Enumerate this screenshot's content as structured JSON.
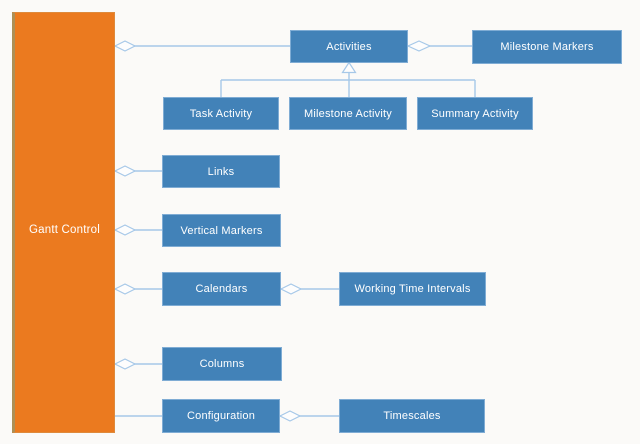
{
  "root": {
    "label": "Gantt Control"
  },
  "nodes": {
    "activities": {
      "label": "Activities"
    },
    "milestone_markers": {
      "label": "Milestone Markers"
    },
    "task_activity": {
      "label": "Task Activity"
    },
    "milestone_activity": {
      "label": "Milestone Activity"
    },
    "summary_activity": {
      "label": "Summary Activity"
    },
    "links": {
      "label": "Links"
    },
    "vertical_markers": {
      "label": "Vertical Markers"
    },
    "calendars": {
      "label": "Calendars"
    },
    "working_time_intervals": {
      "label": "Working Time Intervals"
    },
    "columns": {
      "label": "Columns"
    },
    "configuration": {
      "label": "Configuration"
    },
    "timescales": {
      "label": "Timescales"
    }
  },
  "edges": [
    {
      "from": "Gantt Control",
      "to": "Activities",
      "type": "aggregation"
    },
    {
      "from": "Activities",
      "to": "Milestone Markers",
      "type": "aggregation"
    },
    {
      "from": "Task Activity",
      "to": "Activities",
      "type": "inheritance"
    },
    {
      "from": "Milestone Activity",
      "to": "Activities",
      "type": "inheritance"
    },
    {
      "from": "Summary Activity",
      "to": "Activities",
      "type": "inheritance"
    },
    {
      "from": "Gantt Control",
      "to": "Links",
      "type": "aggregation"
    },
    {
      "from": "Gantt Control",
      "to": "Vertical Markers",
      "type": "aggregation"
    },
    {
      "from": "Gantt Control",
      "to": "Calendars",
      "type": "aggregation"
    },
    {
      "from": "Calendars",
      "to": "Working Time Intervals",
      "type": "aggregation"
    },
    {
      "from": "Gantt Control",
      "to": "Columns",
      "type": "aggregation"
    },
    {
      "from": "Gantt Control",
      "to": "Configuration",
      "type": "association"
    },
    {
      "from": "Configuration",
      "to": "Timescales",
      "type": "aggregation"
    }
  ],
  "colors": {
    "root_fill": "#EB7A1F",
    "root_edge": "#AD8F55",
    "node_fill": "#4282B8",
    "node_border": "#7FACD4",
    "connector": "#A6C8E8",
    "text": "#FFFFFF",
    "background": "#FBFAF8"
  }
}
